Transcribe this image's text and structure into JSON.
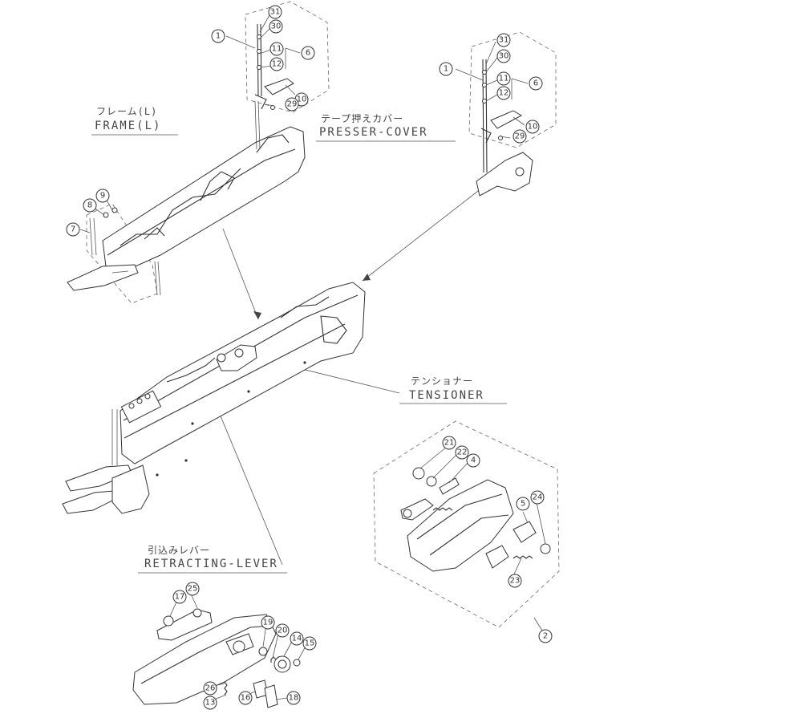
{
  "labels": {
    "frame": {
      "jp": "フレーム(L)",
      "en": "FRAME(L)"
    },
    "presser_cover": {
      "jp": "テープ押えカバー",
      "en": "PRESSER-COVER"
    },
    "tensioner": {
      "jp": "テンショナー",
      "en": "TENSIONER"
    },
    "retracting_lever": {
      "jp": "引込みレバー",
      "en": "RETRACTING-LEVER"
    }
  },
  "callouts": {
    "c1a": "1",
    "c31a": "31",
    "c30a": "30",
    "c11a": "11",
    "c12a": "12",
    "c6a": "6",
    "c10a": "10",
    "c29a": "29",
    "c1b": "1",
    "c31b": "31",
    "c30b": "30",
    "c11b": "11",
    "c12b": "12",
    "c6b": "6",
    "c10b": "10",
    "c29b": "29",
    "c9": "9",
    "c8": "8",
    "c7": "7",
    "c21": "21",
    "c22": "22",
    "c4": "4",
    "c5": "5",
    "c24": "24",
    "c23": "23",
    "c2": "2",
    "c17": "17",
    "c25": "25",
    "c19": "19",
    "c20": "20",
    "c14": "14",
    "c15": "15",
    "c26": "26",
    "c13": "13",
    "c16": "16",
    "c18": "18"
  }
}
